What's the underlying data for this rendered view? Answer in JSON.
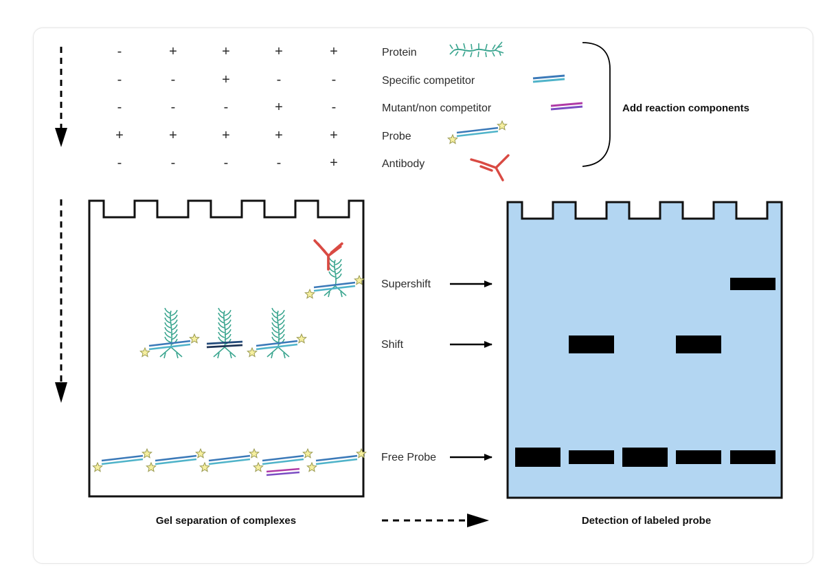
{
  "reaction_table": {
    "rows": [
      {
        "label": "Protein",
        "signs": [
          "-",
          "+",
          "+",
          "+",
          "+"
        ],
        "icon": "protein-icon"
      },
      {
        "label": "Specific competitor",
        "signs": [
          "-",
          "-",
          "+",
          "-",
          "-"
        ],
        "icon": "specific-competitor-icon"
      },
      {
        "label": "Mutant/non competitor",
        "signs": [
          "-",
          "-",
          "-",
          "+",
          "-"
        ],
        "icon": "mutant-competitor-icon"
      },
      {
        "label": "Probe",
        "signs": [
          "+",
          "+",
          "+",
          "+",
          "+"
        ],
        "icon": "probe-icon"
      },
      {
        "label": "Antibody",
        "signs": [
          "-",
          "-",
          "-",
          "-",
          "+"
        ],
        "icon": "antibody-icon"
      }
    ],
    "bracket_label": "Add reaction components"
  },
  "band_labels": {
    "supershift": "Supershift",
    "shift": "Shift",
    "free_probe": "Free Probe"
  },
  "captions": {
    "left_gel": "Gel separation of complexes",
    "right_gel": "Detection of labeled probe"
  },
  "bands": [
    {
      "lane": 1,
      "type": "free_probe"
    },
    {
      "lane": 2,
      "type": "shift"
    },
    {
      "lane": 2,
      "type": "free_probe"
    },
    {
      "lane": 3,
      "type": "free_probe"
    },
    {
      "lane": 4,
      "type": "shift"
    },
    {
      "lane": 4,
      "type": "free_probe"
    },
    {
      "lane": 5,
      "type": "supershift"
    },
    {
      "lane": 5,
      "type": "free_probe"
    }
  ],
  "colors": {
    "gel_fill": "#b3d6f2",
    "band": "#000000",
    "protein": "#3aa58f",
    "dna_blue": "#3b79b8",
    "dna_teal": "#4fb3c9",
    "mutant_magenta": "#b03aa6",
    "mutant_purple": "#7a4cc2",
    "antibody_red": "#d94a43",
    "star_fill": "#f6efa0",
    "star_stroke": "#9a9a50"
  }
}
